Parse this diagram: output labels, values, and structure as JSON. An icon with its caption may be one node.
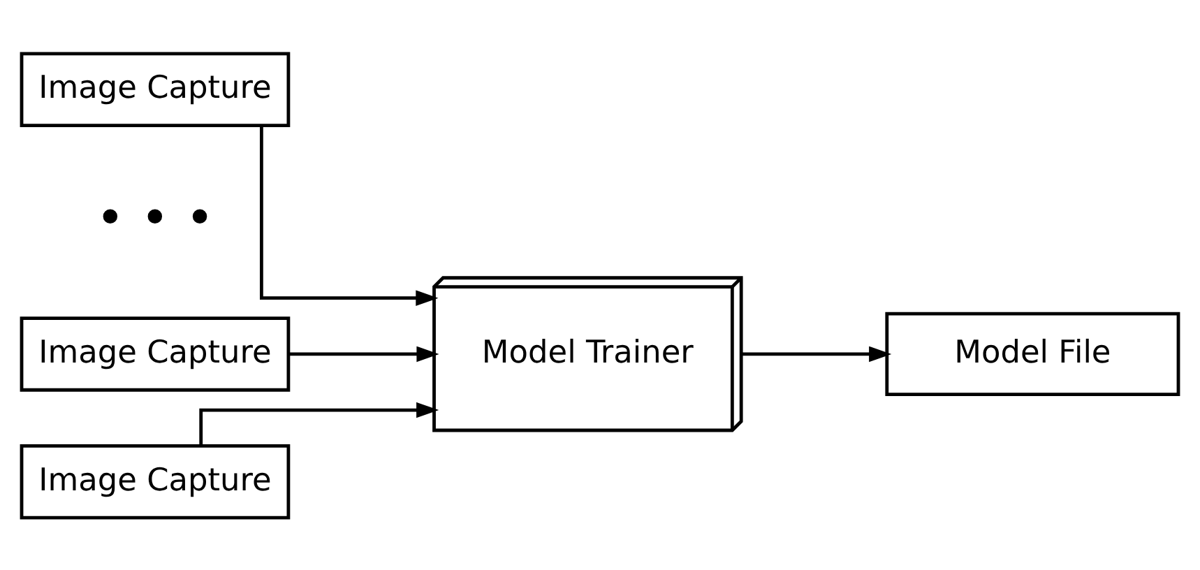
{
  "diagram": {
    "nodes": [
      {
        "text": [
          "Image Capture"
        ]
      },
      {
        "text": [
          "Image Capture"
        ]
      },
      {
        "text": [
          "Image Capture"
        ]
      },
      {
        "text": [
          "Model Trainer"
        ]
      },
      {
        "text": [
          "Model File"
        ]
      }
    ],
    "edges": [
      {
        "from": 0,
        "to": 3,
        "arrow": "to"
      },
      {
        "from": 1,
        "to": 3,
        "arrow": "to"
      },
      {
        "from": 2,
        "to": 3,
        "arrow": "to"
      },
      {
        "from": 3,
        "to": 4,
        "arrow": "to"
      }
    ],
    "labels": [
      "• • •"
    ]
  }
}
